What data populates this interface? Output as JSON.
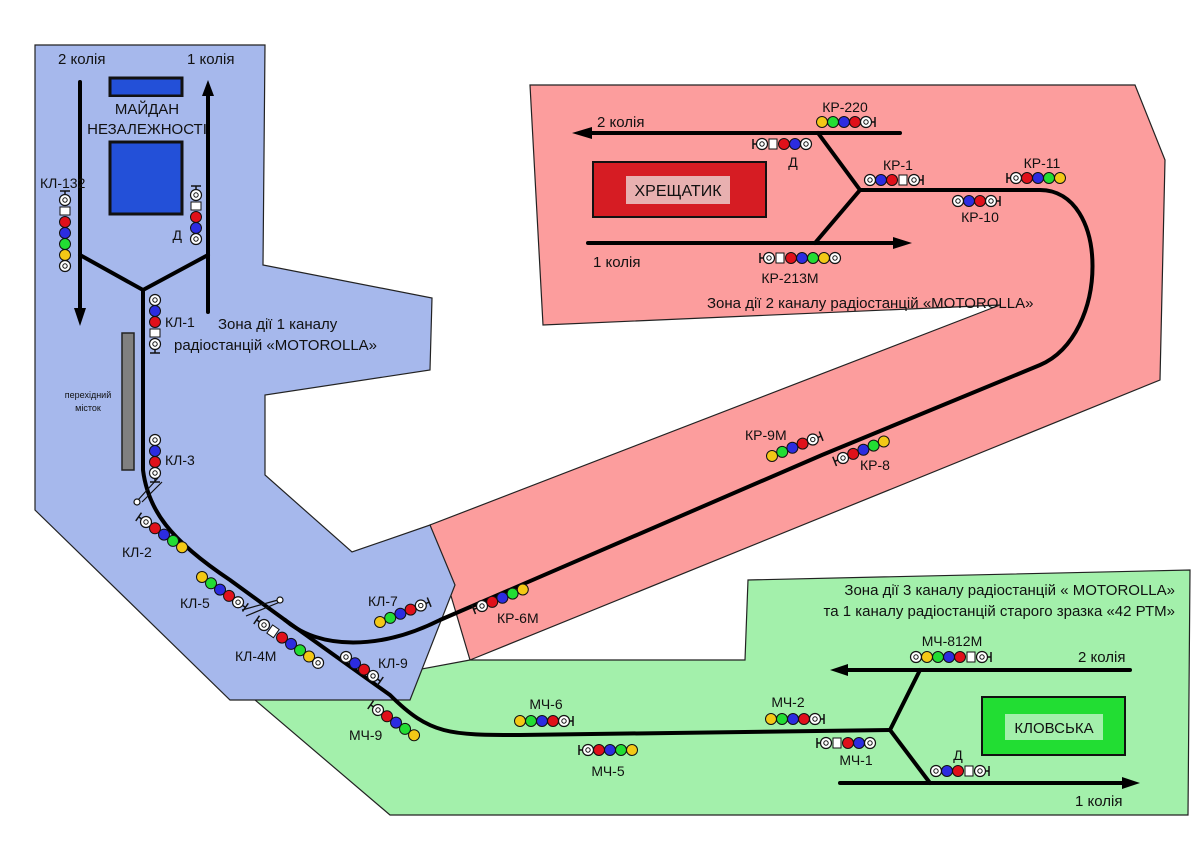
{
  "colors": {
    "zone1": "#a6b8ec",
    "zone2": "#fc9d9d",
    "zone3": "#a3f0ab",
    "track": "#000000",
    "lamp_red": "#e0101a",
    "lamp_blue": "#2c2ce0",
    "lamp_green": "#22dd33",
    "lamp_yellow": "#f3c816",
    "station_blue": "#2350d8",
    "station_red": "#d61c23",
    "station_green": "#22dd33"
  },
  "zones": [
    {
      "id": "zone1",
      "label_lines": [
        "Зона дії 1 каналу",
        "радіостанцій «MOTOROLLA»"
      ]
    },
    {
      "id": "zone2",
      "label_lines": [
        "Зона дії 2 каналу радіостанцій «MOTOROLLA»"
      ]
    },
    {
      "id": "zone3",
      "label_lines": [
        "Зона дії 3 каналу радіостанцій « MOTOROLLA»",
        "та 1 каналу радіостанцій старого зразка «42 РТМ»"
      ]
    }
  ],
  "stations": {
    "maidan": {
      "lines": [
        "МАЙДАН",
        "НЕЗАЛЕЖНОСТІ"
      ]
    },
    "khreshchatyk": {
      "name": "ХРЕЩАТИК"
    },
    "klovska": {
      "name": "КЛОВСЬКА"
    }
  },
  "track_labels": {
    "maidan_track2": "2 колія",
    "maidan_track1": "1 колія",
    "khr_track2": "2 колія",
    "khr_track1": "1 колія",
    "klov_track2": "2 колія",
    "klov_track1": "1 колія"
  },
  "bridge_label": [
    "перехідний",
    "місток"
  ],
  "signals": [
    {
      "name": "КЛ-132",
      "lamps": [
        "stop",
        "white",
        "red",
        "blue",
        "green",
        "yellow",
        "target"
      ]
    },
    {
      "name": "Д",
      "lamps": [
        "stop",
        "white",
        "red",
        "blue",
        "target"
      ]
    },
    {
      "name": "КЛ-1",
      "lamps": [
        "target",
        "blue",
        "red",
        "white",
        "stop"
      ]
    },
    {
      "name": "КЛ-3",
      "lamps": [
        "target",
        "blue",
        "red",
        "stop"
      ]
    },
    {
      "name": "КЛ-2",
      "lamps": [
        "stop",
        "red",
        "blue",
        "green",
        "yellow"
      ]
    },
    {
      "name": "КЛ-5",
      "lamps": [
        "yellow",
        "green",
        "blue",
        "red",
        "stop"
      ]
    },
    {
      "name": "КЛ-4М",
      "lamps": [
        "stop",
        "white",
        "red",
        "blue",
        "green",
        "yellow",
        "target"
      ]
    },
    {
      "name": "КЛ-7",
      "lamps": [
        "yellow",
        "green",
        "blue",
        "red",
        "stop"
      ]
    },
    {
      "name": "КЛ-9",
      "lamps": [
        "target",
        "blue",
        "red",
        "stop"
      ]
    },
    {
      "name": "МЧ-9",
      "lamps": [
        "stop",
        "red",
        "blue",
        "green",
        "yellow"
      ]
    },
    {
      "name": "КР-6М",
      "lamps": [
        "stop",
        "red",
        "blue",
        "green",
        "yellow"
      ]
    },
    {
      "name": "КР-9М",
      "lamps": [
        "yellow",
        "green",
        "blue",
        "red",
        "stop"
      ]
    },
    {
      "name": "КР-8",
      "lamps": [
        "stop",
        "red",
        "blue",
        "green",
        "yellow"
      ]
    },
    {
      "name": "КР-220",
      "lamps": [
        "yellow",
        "green",
        "blue",
        "red",
        "stop"
      ]
    },
    {
      "name": "Д",
      "lamps": [
        "stop",
        "white",
        "red",
        "blue",
        "target"
      ]
    },
    {
      "name": "КР-1",
      "lamps": [
        "target",
        "blue",
        "red",
        "white",
        "stop"
      ]
    },
    {
      "name": "КР-11",
      "lamps": [
        "stop",
        "red",
        "blue",
        "green",
        "yellow"
      ]
    },
    {
      "name": "КР-10",
      "lamps": [
        "target",
        "blue",
        "red",
        "stop"
      ]
    },
    {
      "name": "КР-213М",
      "lamps": [
        "stop",
        "white",
        "red",
        "blue",
        "green",
        "yellow",
        "target"
      ]
    },
    {
      "name": "МЧ-812М",
      "lamps": [
        "target",
        "yellow",
        "green",
        "blue",
        "red",
        "white",
        "stop"
      ]
    },
    {
      "name": "МЧ-6",
      "lamps": [
        "yellow",
        "green",
        "blue",
        "red",
        "stop"
      ]
    },
    {
      "name": "МЧ-2",
      "lamps": [
        "yellow",
        "green",
        "blue",
        "red",
        "stop"
      ]
    },
    {
      "name": "МЧ-5",
      "lamps": [
        "stop",
        "red",
        "blue",
        "green",
        "yellow"
      ]
    },
    {
      "name": "МЧ-1",
      "lamps": [
        "stop",
        "white",
        "red",
        "blue",
        "target"
      ]
    },
    {
      "name": "Д",
      "lamps": [
        "target",
        "blue",
        "red",
        "white",
        "stop"
      ]
    }
  ]
}
